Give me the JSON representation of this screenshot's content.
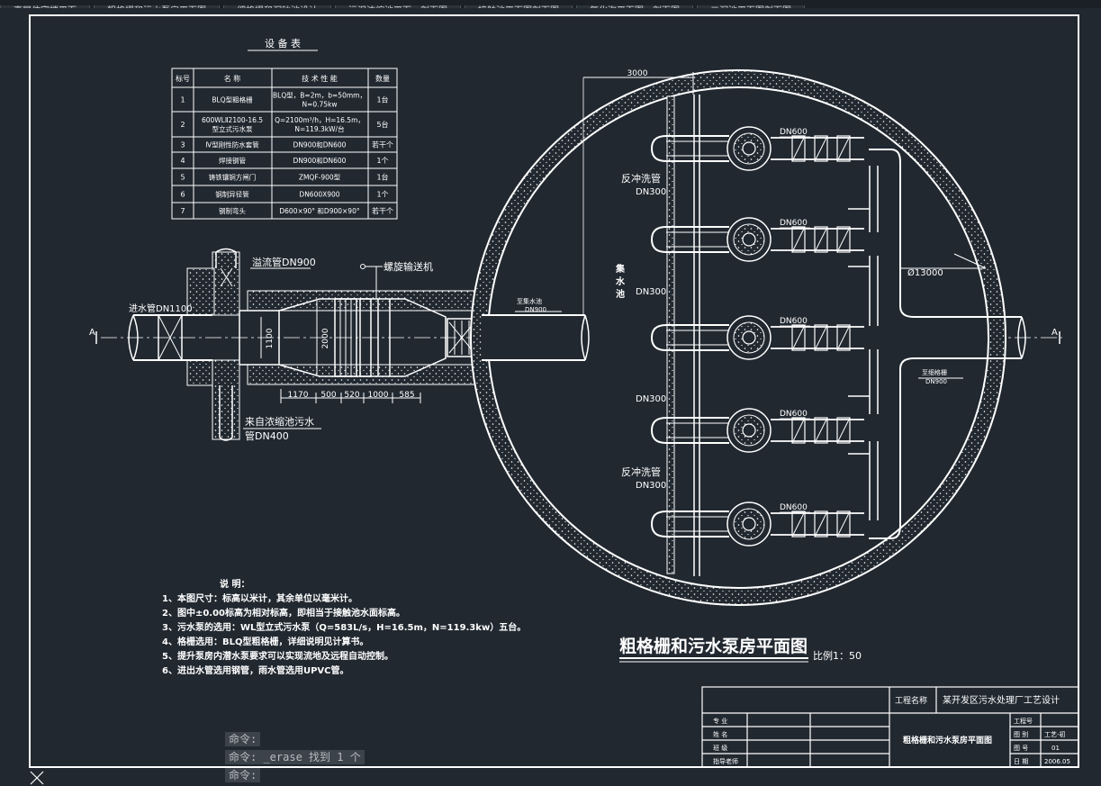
{
  "tabs": [
    {
      "label": "高层住宅楼平面"
    },
    {
      "label": "粗格栅和污水泵房平面图"
    },
    {
      "label": "细格栅和沉砂池设计"
    },
    {
      "label": "污泥浓缩池平面、剖面图"
    },
    {
      "label": "接触池平面图剖面图"
    },
    {
      "label": "氧化沟平面图、剖面图"
    },
    {
      "label": "二沉池平面图剖面图"
    }
  ],
  "equipment_table": {
    "title": "设 备 表",
    "headers": [
      "标号",
      "名 称",
      "技 术 性 能",
      "数量"
    ],
    "rows": [
      {
        "no": "1",
        "name": [
          "BLQ型粗格栅"
        ],
        "spec": [
          "BLQ型，B=2m，b=50mm，",
          "N=0.75kw"
        ],
        "qty": "1台"
      },
      {
        "no": "2",
        "name": [
          "600WLⅡ2100-16.5",
          "型立式污水泵"
        ],
        "spec": [
          "Q=2100m³/h，H=16.5m，",
          "N=119.3kW/台"
        ],
        "qty": "5台"
      },
      {
        "no": "3",
        "name": [
          "Ⅳ型刚性防水套管"
        ],
        "spec": [
          "DN900和DN600"
        ],
        "qty": "若干个"
      },
      {
        "no": "4",
        "name": [
          "焊接钢管"
        ],
        "spec": [
          "DN900和DN600"
        ],
        "qty": "1个"
      },
      {
        "no": "5",
        "name": [
          "铸铁镶铜方闸门"
        ],
        "spec": [
          "ZMQF-900型"
        ],
        "qty": "1台"
      },
      {
        "no": "6",
        "name": [
          "钢制异径管"
        ],
        "spec": [
          "DN600X900"
        ],
        "qty": "1个"
      },
      {
        "no": "7",
        "name": [
          "钢制弯头"
        ],
        "spec": [
          "D600×90° 和D900×90°"
        ],
        "qty": "若干个"
      }
    ]
  },
  "labels": {
    "overflow_pipe": "溢流管DN900",
    "screw_conveyor": "螺旋输送机",
    "inlet_pipe": "进水管DN1100",
    "thickener_return": "来自浓缩池污水",
    "thickener_return2": "管DN400",
    "section_a": "A",
    "dim_1100": "1100",
    "dim_2000": "2000",
    "dims_bottom": [
      "1170",
      "500",
      "520",
      "1000",
      "585"
    ],
    "dim_3000": "3000",
    "collect_well": [
      "集",
      "水",
      "池"
    ],
    "to_collect": "至集水池",
    "to_collect_dn": "DN900",
    "backwash1": "反冲洗管",
    "backwash1_dn": "DN300",
    "backwash2": "反冲洗管",
    "backwash2_dn": "DN300",
    "dn300_a": "DN300",
    "dn300_b": "DN300",
    "pump_dn": "DN600",
    "diameter": "Ø13000",
    "to_fine": "至细格栅",
    "to_fine_dn": "DN900"
  },
  "notes": {
    "title": "说  明：",
    "items": [
      "1、本图尺寸：标高以米计，其余单位以毫米计。",
      "2、图中±0.00标高为相对标高，即相当于接触池水面标高。",
      "3、污水泵的选用：WL型立式污水泵（Q=583L/s，H=16.5m，N=119.3kw）五台。",
      "4、格栅选用：BLQ型粗格栅，详细说明见计算书。",
      "5、提升泵房内潜水泵要求可以实现流地及远程自动控制。",
      "6、进出水管选用钢管，雨水管选用UPVC管。"
    ]
  },
  "drawing_title": "粗格栅和污水泵房平面图",
  "scale": "比例1：50",
  "title_block": {
    "project_label": "工程名称",
    "project_name": "某开发区污水处理厂工艺设计",
    "drawing_name": "粗格栅和污水泵房平面图",
    "left_rows": [
      "专  业",
      "姓  名",
      "班  级",
      "指导老师"
    ],
    "right_labels": [
      "工程号",
      "图  别",
      "图  号",
      "日  期"
    ],
    "right_values": [
      "",
      "工艺-初",
      "01",
      "2006.05"
    ]
  },
  "command_line": {
    "line1": "命令:",
    "line2": "命令:  _erase 找到 1 个",
    "line3": "命令:"
  },
  "colors": {
    "background": "#212830",
    "lines": "#ffffff"
  }
}
